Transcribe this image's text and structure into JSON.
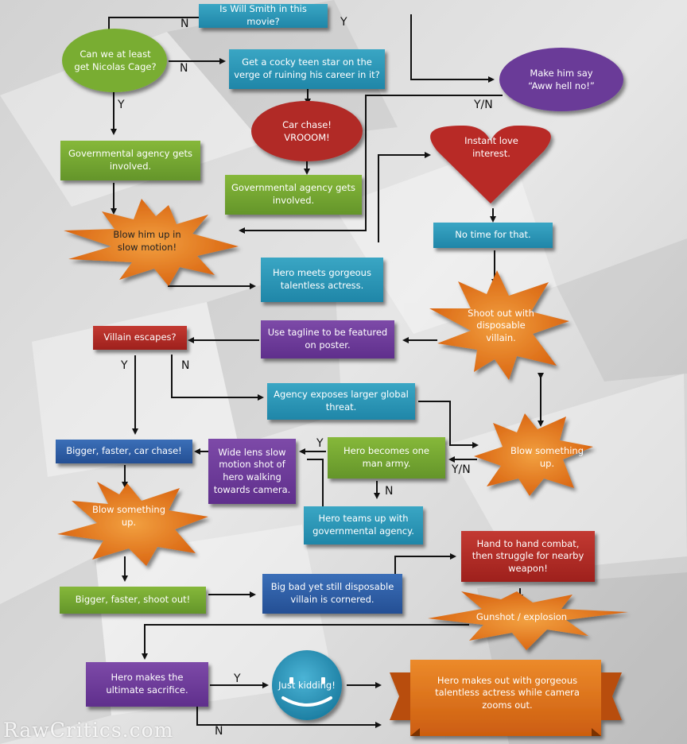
{
  "nodes": {
    "will_smith": "Is Will Smith in this movie?",
    "nicolas_cage": "Can we at least get Nicolas Cage?",
    "cocky_teen": "Get a cocky teen star on the verge of ruining his career in it?",
    "aww_hell_no": "Make him say “Aww hell no!”",
    "car_chase": "Car chase! VROOOM!",
    "gov_agency_left": "Governmental agency gets involved.",
    "gov_agency_center": "Governmental agency gets involved.",
    "instant_love": "Instant love interest.",
    "blow_slow_motion": "Blow him up in slow motion!",
    "no_time": "No time for that.",
    "hero_meets": "Hero meets gorgeous talentless actress.",
    "shoot_out": "Shoot out with disposable villain.",
    "villain_escapes": "Villain escapes?",
    "tagline": "Use tagline to be featured on poster.",
    "agency_exposes": "Agency exposes larger global threat.",
    "blow_right": "Blow something up.",
    "bigger_car_chase": "Bigger, faster, car chase!",
    "wide_lens": "Wide lens slow motion shot of hero walking towards camera.",
    "one_man_army": "Hero becomes one man army.",
    "blow_left": "Blow something up.",
    "teams_up": "Hero teams up with governmental agency.",
    "hand_to_hand": "Hand to hand combat, then struggle for nearby weapon!",
    "bigger_shoot_out": "Bigger, faster, shoot out!",
    "big_bad": "Big bad yet still disposable villain is cornered.",
    "gunshot": "Gunshot / explosion",
    "ultimate_sacrifice": "Hero makes the ultimate sacrifice.",
    "just_kidding": "Just kidding!",
    "makes_out": "Hero makes out with gorgeous talentless actress while camera zooms out."
  },
  "labels": {
    "n": "N",
    "y": "Y",
    "yn": "Y/N"
  },
  "watermark": "RawCritics.com",
  "colors": {
    "teal": "#2a95b6",
    "green": "#76a832",
    "purple": "#6c3a98",
    "red": "#ad2b26",
    "blue": "#2f5fa6",
    "orange": "#e67b1c"
  }
}
